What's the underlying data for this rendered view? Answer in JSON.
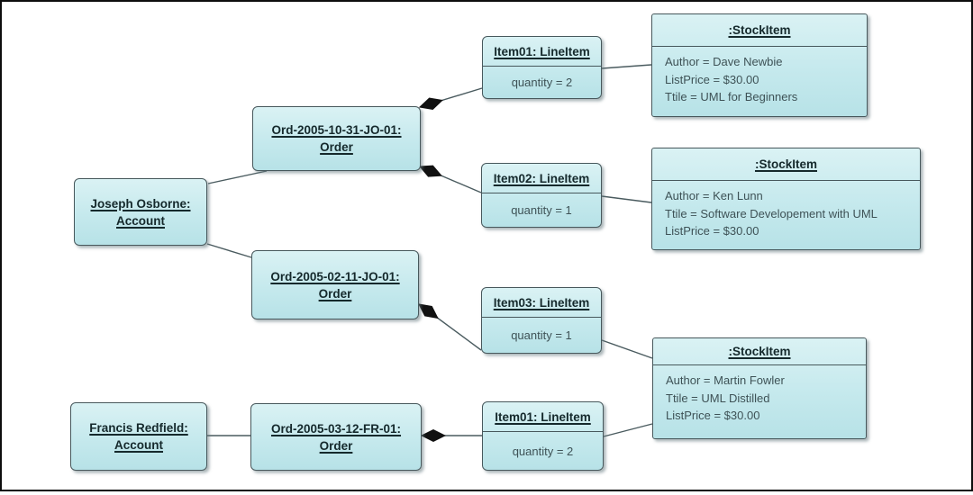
{
  "diagram": {
    "kind": "uml-object-diagram",
    "node_fill_top": "#daf2f4",
    "node_fill_bottom": "#b7e2e7",
    "node_border_color": "#47585c",
    "diamond_color": "#111111",
    "nodes": {
      "account_jo": {
        "line1": "Joseph Osborne:",
        "line2": "Account"
      },
      "order_jo1": {
        "line1": "Ord-2005-10-31-JO-01:",
        "line2": "Order"
      },
      "order_jo2": {
        "line1": "Ord-2005-02-11-JO-01:",
        "line2": "Order"
      },
      "account_fr": {
        "line1": "Francis Redfield:",
        "line2": "Account"
      },
      "order_fr": {
        "line1": "Ord-2005-03-12-FR-01:",
        "line2": "Order"
      },
      "lineitem1": {
        "title": "Item01: LineItem",
        "attr": "quantity = 2"
      },
      "lineitem2": {
        "title": "Item02: LineItem",
        "attr": "quantity = 1"
      },
      "lineitem3": {
        "title": "Item03: LineItem",
        "attr": "quantity = 1"
      },
      "lineitem4": {
        "title": "Item01: LineItem",
        "attr": "quantity = 2"
      },
      "stock1": {
        "title": ":StockItem",
        "attrs": [
          "Author = Dave Newbie",
          "ListPrice = $30.00",
          "Ttile = UML for Beginners"
        ]
      },
      "stock2": {
        "title": ":StockItem",
        "attrs": [
          "Author = Ken Lunn",
          "Ttile = Software Developement with UML",
          "ListPrice = $30.00"
        ]
      },
      "stock3": {
        "title": ":StockItem",
        "attrs": [
          "Author = Martin Fowler",
          "Ttile = UML Distilled",
          "ListPrice = $30.00"
        ]
      }
    },
    "edges": [
      {
        "from": "account_jo",
        "to": "order_jo1",
        "style": "plain"
      },
      {
        "from": "account_jo",
        "to": "order_jo2",
        "style": "plain"
      },
      {
        "from": "order_jo1",
        "to": "lineitem1",
        "style": "composition-diamond"
      },
      {
        "from": "order_jo1",
        "to": "lineitem2",
        "style": "composition-diamond"
      },
      {
        "from": "lineitem1",
        "to": "stock1",
        "style": "plain"
      },
      {
        "from": "lineitem2",
        "to": "stock2",
        "style": "plain"
      },
      {
        "from": "order_jo2",
        "to": "lineitem3",
        "style": "composition-diamond"
      },
      {
        "from": "lineitem3",
        "to": "stock3",
        "style": "plain"
      },
      {
        "from": "account_fr",
        "to": "order_fr",
        "style": "plain"
      },
      {
        "from": "order_fr",
        "to": "lineitem4",
        "style": "composition-diamond"
      },
      {
        "from": "lineitem4",
        "to": "stock3",
        "style": "plain"
      }
    ]
  }
}
